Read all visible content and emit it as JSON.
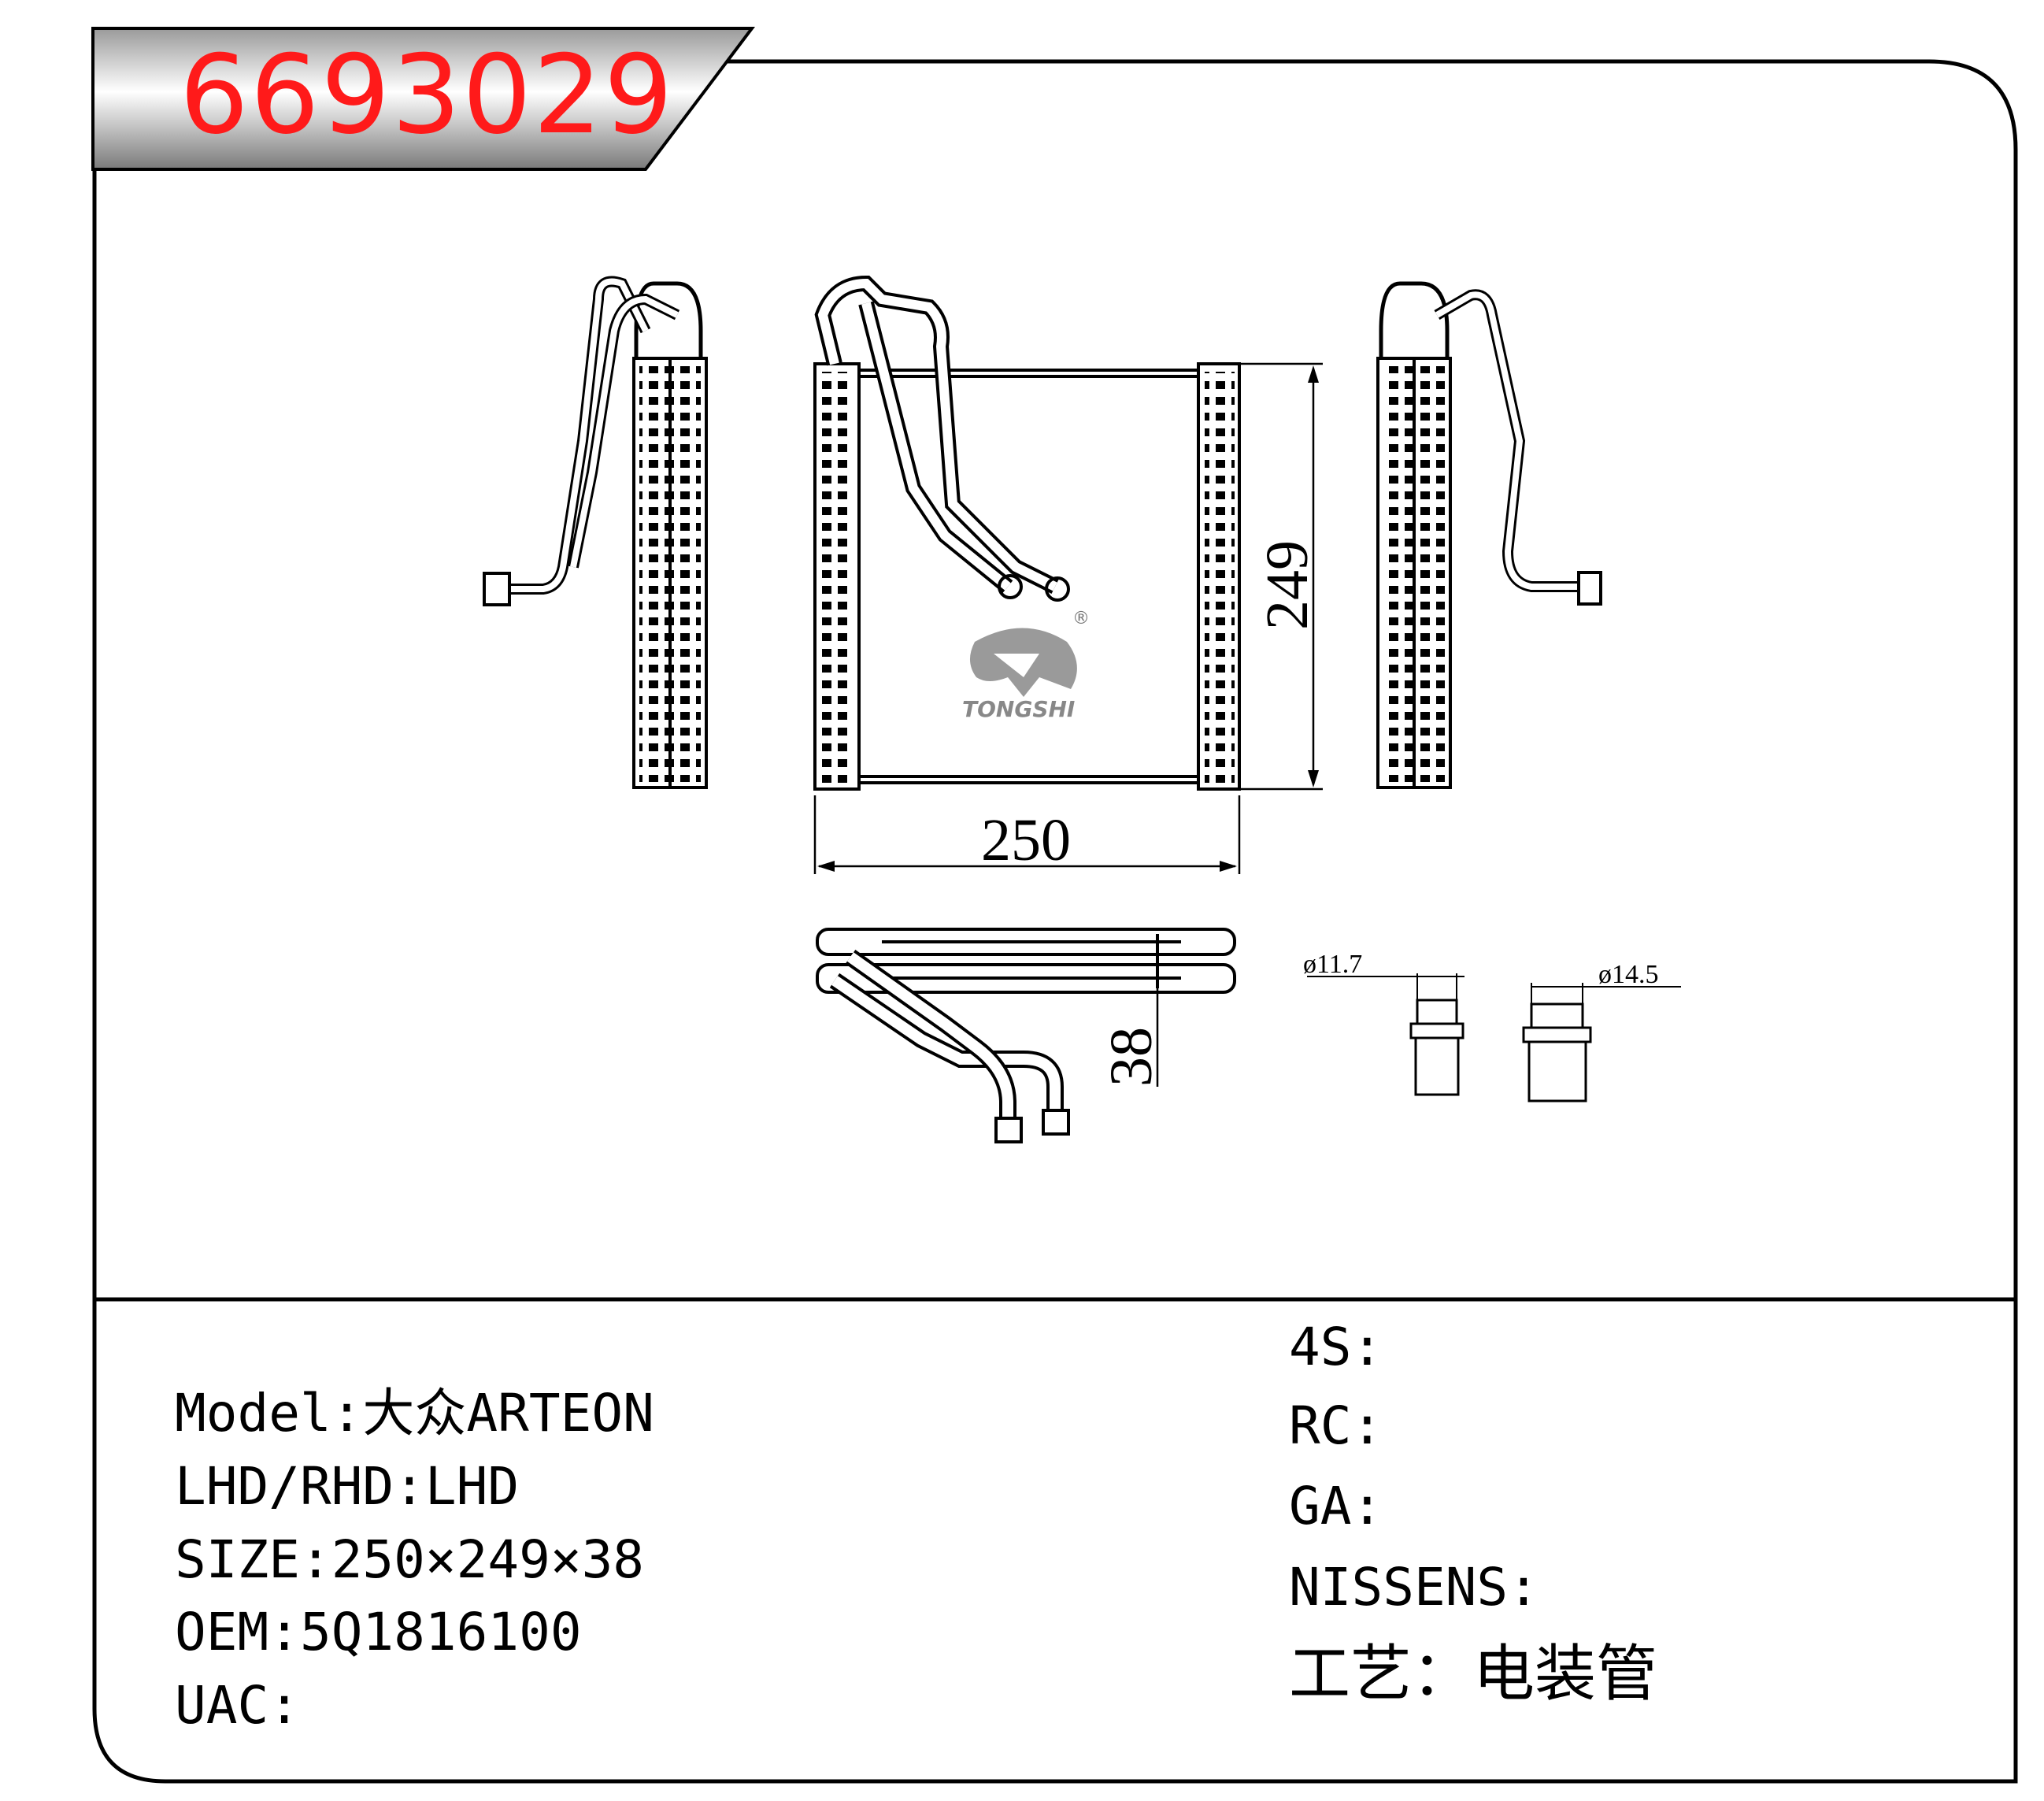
{
  "header": {
    "part_number": "6693029"
  },
  "drawing": {
    "dims": {
      "width": "250",
      "height": "249",
      "depth": "38",
      "pipe_small": "ø11.7",
      "pipe_large": "ø14.5"
    },
    "logo_text": "TONGSHI",
    "logo_mark": "®"
  },
  "specs_left": [
    {
      "label": "Model:",
      "value": "大众ARTEON"
    },
    {
      "label": "LHD/RHD:",
      "value": "LHD"
    },
    {
      "label": "SIZE:",
      "value": "250×249×38"
    },
    {
      "label": "OEM:",
      "value": "5Q1816100"
    },
    {
      "label": "UAC:",
      "value": ""
    }
  ],
  "specs_right": [
    {
      "label": "4S:",
      "value": ""
    },
    {
      "label": "RC:",
      "value": ""
    },
    {
      "label": "GA:",
      "value": ""
    },
    {
      "label": "NISSENS:",
      "value": ""
    },
    {
      "label": "工艺：",
      "value": "电装管"
    }
  ]
}
